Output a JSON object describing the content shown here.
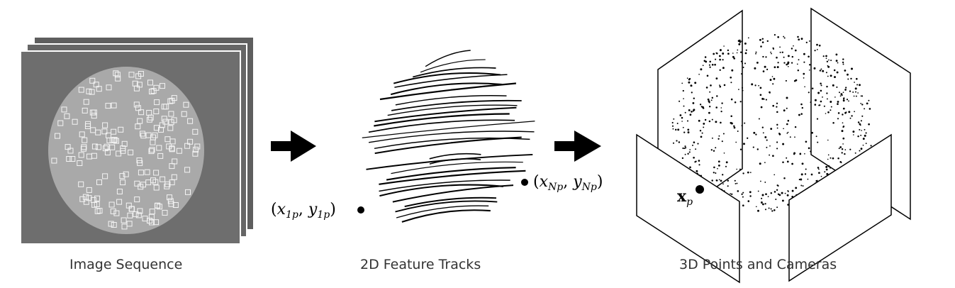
{
  "captions": {
    "panel1": "Image Sequence",
    "panel2": "2D Feature Tracks",
    "panel3": "3D Points and Cameras"
  },
  "labels": {
    "track_start": {
      "open": "(",
      "x": "x",
      "x_sub": "1p",
      "sep": ", ",
      "y": "y",
      "y_sub": "1p",
      "close": ")"
    },
    "track_end": {
      "open": "(",
      "x": "x",
      "x_sub": "Np",
      "sep": ", ",
      "y": "y",
      "y_sub": "Np",
      "close": ")"
    },
    "point3d": {
      "sym": "x",
      "sub": "p"
    }
  },
  "colors": {
    "ink": "#000000",
    "frame_fill": "#6e6e6e",
    "disk_fill": "#a9a9a9",
    "caption": "#333333"
  }
}
